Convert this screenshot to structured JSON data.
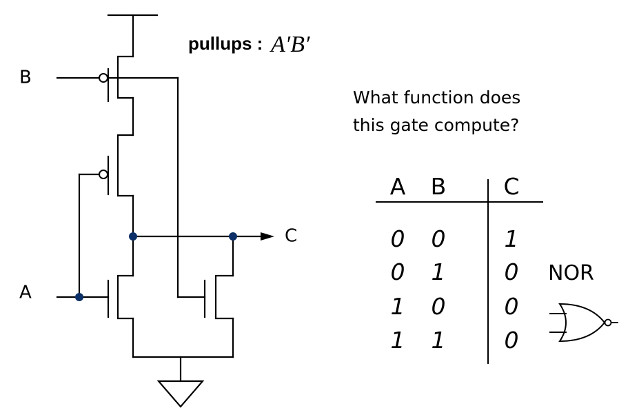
{
  "pullups": {
    "label": "pullups :",
    "expression": "A′B′"
  },
  "signals": {
    "input_b": "B",
    "input_a": "A",
    "output_c": "C"
  },
  "question": {
    "line1": "What function does",
    "line2": "this gate compute?"
  },
  "truth_table": {
    "headers": [
      "A",
      "B",
      "C"
    ],
    "rows": [
      [
        "0",
        "0",
        "1"
      ],
      [
        "0",
        "1",
        "0"
      ],
      [
        "1",
        "0",
        "0"
      ],
      [
        "1",
        "1",
        "0"
      ]
    ]
  },
  "gate_name": "NOR",
  "colors": {
    "wire": "#000000",
    "node_dot": "#0b2f66",
    "background": "#ffffff"
  }
}
